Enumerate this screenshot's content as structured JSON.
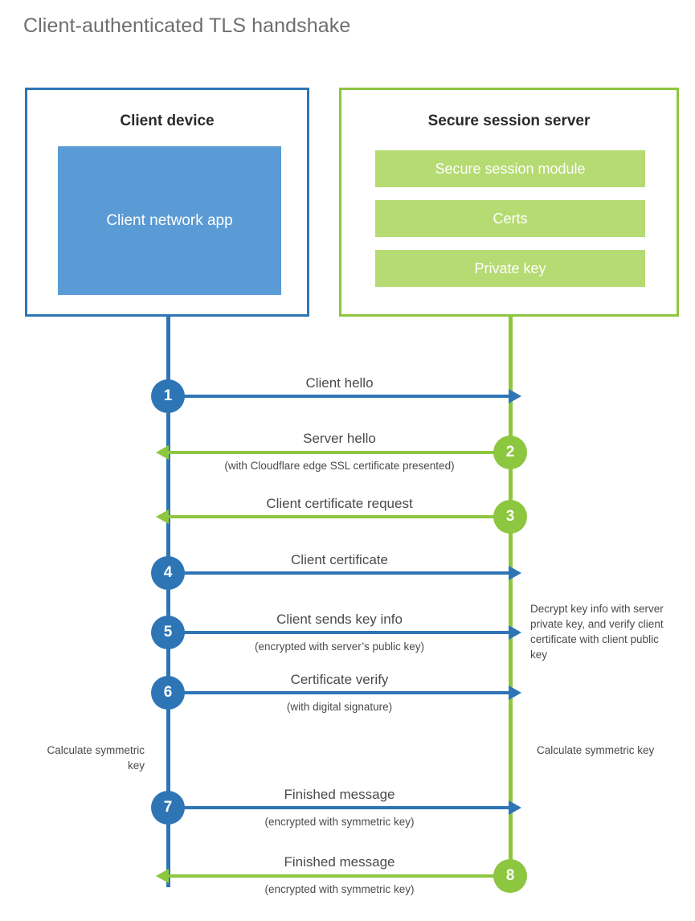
{
  "page": {
    "title": "Client-authenticated TLS handshake"
  },
  "colors": {
    "client_accent": "#2E75B6",
    "client_fill": "#5B9BD5",
    "server_accent": "#8DC63F",
    "server_fill": "#B5DB72",
    "title_text": "#6d6e71",
    "body_text": "#4a4a4a"
  },
  "client": {
    "title": "Client device",
    "app_label": "Client network app"
  },
  "server": {
    "title": "Secure session server",
    "components": [
      {
        "label": "Secure session module"
      },
      {
        "label": "Certs"
      },
      {
        "label": "Private key"
      }
    ]
  },
  "steps": [
    {
      "number": "1",
      "side": "client",
      "direction": "right",
      "label": "Client hello",
      "sub": ""
    },
    {
      "number": "2",
      "side": "server",
      "direction": "left",
      "label": "Server hello",
      "sub": "(with Cloudflare edge SSL certificate presented)"
    },
    {
      "number": "3",
      "side": "server",
      "direction": "left",
      "label": "Client certificate request",
      "sub": ""
    },
    {
      "number": "4",
      "side": "client",
      "direction": "right",
      "label": "Client certificate",
      "sub": ""
    },
    {
      "number": "5",
      "side": "client",
      "direction": "right",
      "label": "Client sends key info",
      "sub": "(encrypted with server’s public key)"
    },
    {
      "number": "6",
      "side": "client",
      "direction": "right",
      "label": "Certificate verify",
      "sub": "(with digital signature)"
    },
    {
      "number": "7",
      "side": "client",
      "direction": "right",
      "label": "Finished message",
      "sub": "(encrypted with symmetric key)"
    },
    {
      "number": "8",
      "side": "server",
      "direction": "left",
      "label": "Finished message",
      "sub": "(encrypted with symmetric key)"
    }
  ],
  "notes": {
    "decrypt": "Decrypt key info with server private key, and verify client certificate with client public key",
    "calculate_client": "Calculate symmetric key",
    "calculate_server": "Calculate symmetric key"
  }
}
